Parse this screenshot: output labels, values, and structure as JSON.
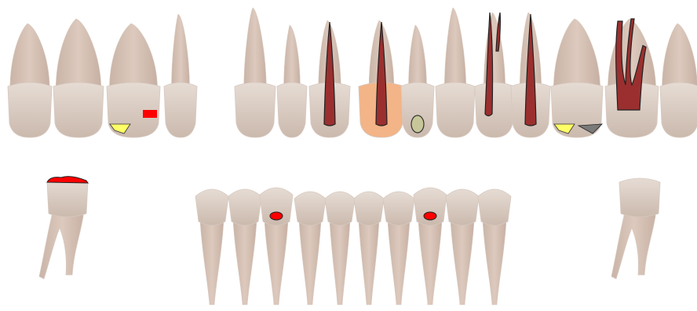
{
  "colors": {
    "background": "#ffffff",
    "enamel": "#e6dcd4",
    "enamel_shade": "#cbb9ad",
    "root": "#ddc9bd",
    "root_canal": "#9b2f2f",
    "crown_restoration": "#f3b487",
    "filling_red": "#ff0000",
    "filling_yellow": "#ffff66",
    "filling_gray": "#7a7a7a",
    "implant_oval": "#c8c79a"
  },
  "chart_data": {
    "type": "dental-chart",
    "upper_arch": [
      {
        "tooth": "upper-right-molar-3",
        "type": "molar",
        "findings": []
      },
      {
        "tooth": "upper-right-molar-2",
        "type": "molar",
        "findings": []
      },
      {
        "tooth": "upper-right-molar-1",
        "type": "molar",
        "findings": [
          "yellow-filling",
          "red-filling"
        ]
      },
      {
        "tooth": "upper-right-premolar-2",
        "type": "premolar",
        "findings": []
      },
      {
        "tooth": "upper-right-canine",
        "type": "canine",
        "findings": []
      },
      {
        "tooth": "upper-right-lateral-incisor",
        "type": "incisor",
        "findings": []
      },
      {
        "tooth": "upper-right-central-incisor-a",
        "type": "incisor",
        "findings": [
          "root-canal"
        ]
      },
      {
        "tooth": "upper-central-incisor-b",
        "type": "incisor",
        "findings": [
          "root-canal",
          "crown"
        ]
      },
      {
        "tooth": "upper-left-lateral-incisor",
        "type": "incisor",
        "findings": [
          "oval-marker"
        ]
      },
      {
        "tooth": "upper-left-canine",
        "type": "canine",
        "findings": []
      },
      {
        "tooth": "upper-left-premolar-1",
        "type": "premolar",
        "findings": [
          "root-canal-two-roots"
        ]
      },
      {
        "tooth": "upper-left-premolar-2",
        "type": "premolar",
        "findings": [
          "root-canal"
        ]
      },
      {
        "tooth": "upper-left-molar-1",
        "type": "molar",
        "findings": [
          "yellow-filling",
          "gray-filling"
        ]
      },
      {
        "tooth": "upper-left-molar-2",
        "type": "molar",
        "findings": [
          "root-canal-three-roots"
        ]
      },
      {
        "tooth": "upper-left-molar-3",
        "type": "molar",
        "findings": []
      }
    ],
    "lower_arch": [
      {
        "tooth": "lower-right-molar",
        "type": "molar",
        "findings": [
          "red-filling"
        ]
      },
      {
        "tooth": "lower-right-premolar-2",
        "type": "premolar",
        "findings": []
      },
      {
        "tooth": "lower-right-premolar-1",
        "type": "premolar",
        "findings": []
      },
      {
        "tooth": "lower-right-canine",
        "type": "canine",
        "findings": [
          "red-oval"
        ]
      },
      {
        "tooth": "lower-right-lateral-incisor",
        "type": "incisor",
        "findings": []
      },
      {
        "tooth": "lower-right-central-incisor",
        "type": "incisor",
        "findings": []
      },
      {
        "tooth": "lower-left-central-incisor",
        "type": "incisor",
        "findings": []
      },
      {
        "tooth": "lower-left-lateral-incisor",
        "type": "incisor",
        "findings": []
      },
      {
        "tooth": "lower-left-canine",
        "type": "canine",
        "findings": [
          "red-oval"
        ]
      },
      {
        "tooth": "lower-left-premolar-1",
        "type": "premolar",
        "findings": []
      },
      {
        "tooth": "lower-left-premolar-2",
        "type": "premolar",
        "findings": []
      },
      {
        "tooth": "lower-left-molar",
        "type": "molar",
        "findings": []
      }
    ]
  }
}
